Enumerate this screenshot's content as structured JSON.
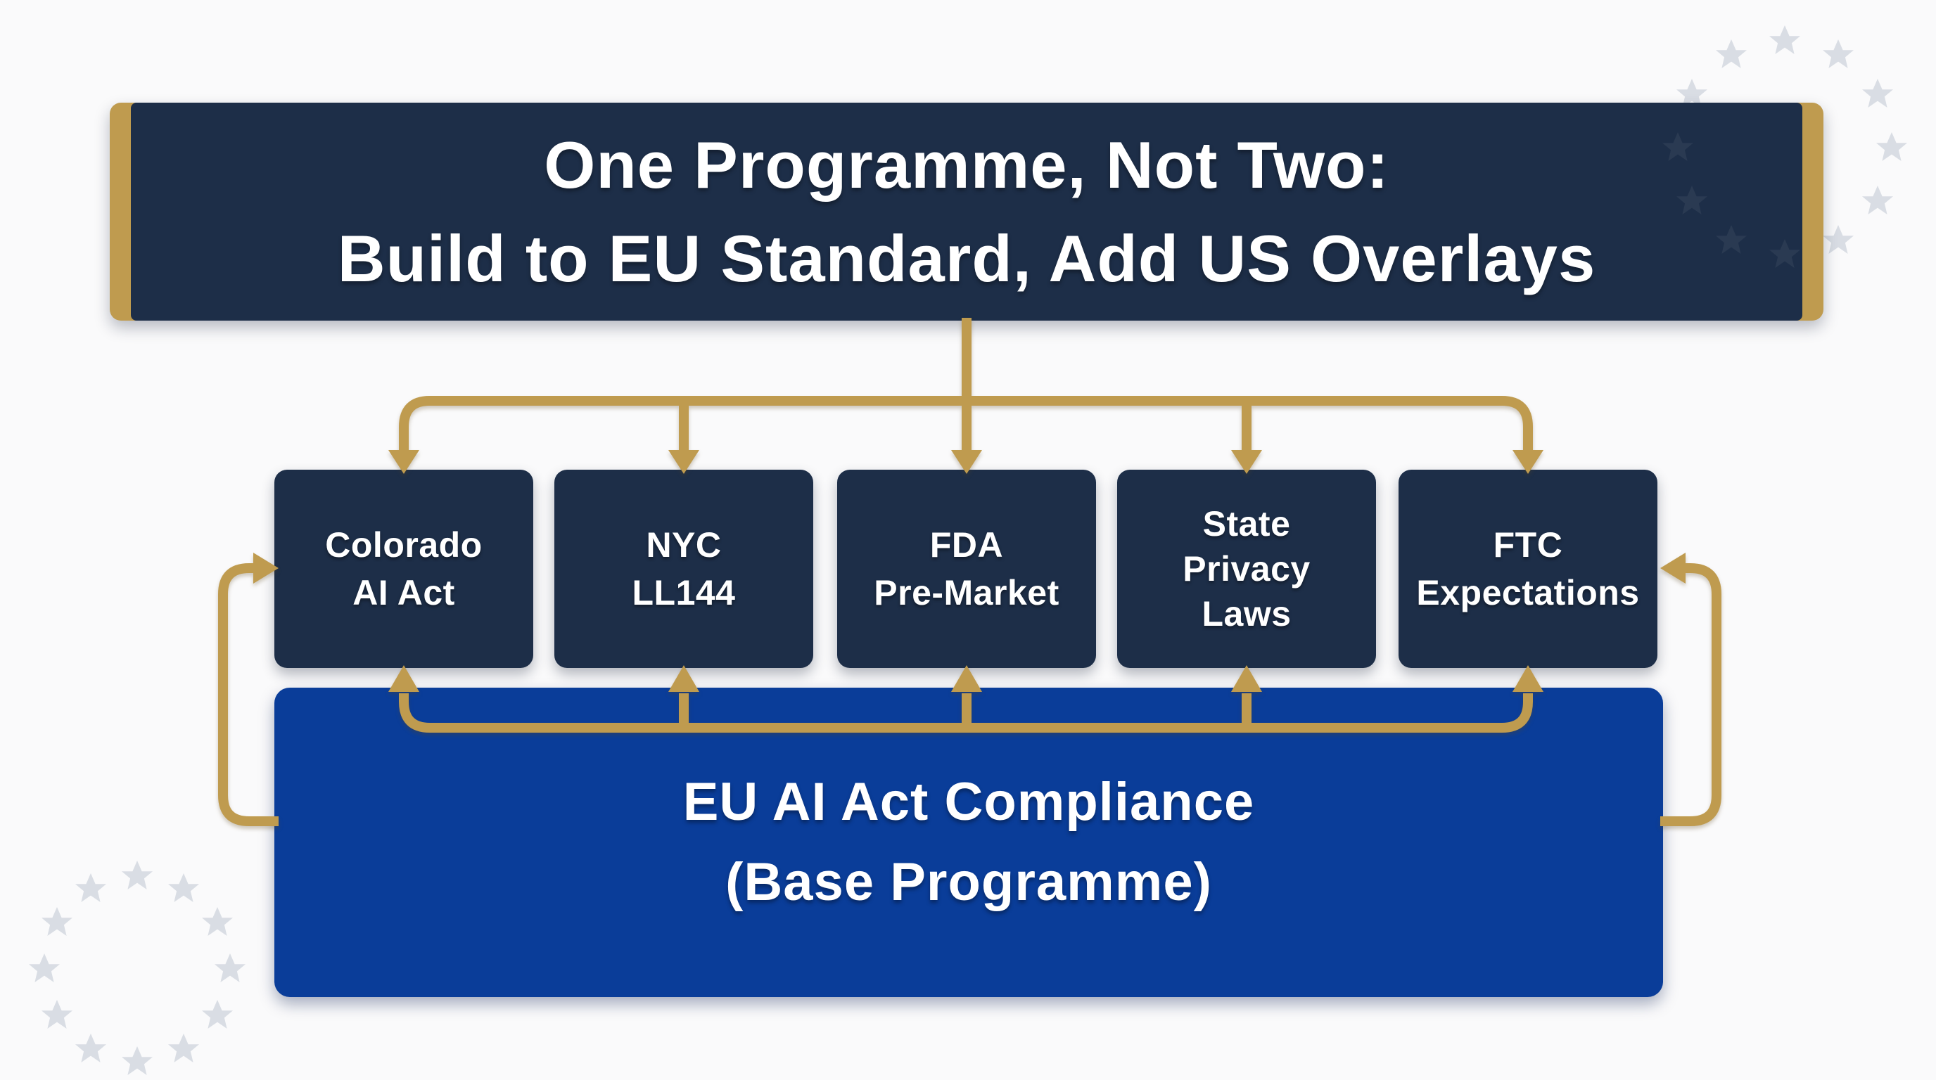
{
  "title": {
    "line1": "One Programme, Not Two:",
    "line2": "Build to EU Standard, Add US Overlays"
  },
  "us_overlays": [
    {
      "lines": [
        "Colorado",
        "AI Act"
      ]
    },
    {
      "lines": [
        "NYC",
        "LL144"
      ]
    },
    {
      "lines": [
        "FDA",
        "Pre-Market"
      ]
    },
    {
      "lines": [
        "State",
        "Privacy",
        "Laws"
      ]
    },
    {
      "lines": [
        "FTC",
        "Expectations"
      ]
    }
  ],
  "base_programme": {
    "line1": "EU AI Act Compliance",
    "line2": "(Base Programme)"
  },
  "colors": {
    "navy_box": "#1d2e48",
    "royal_blue_box": "#0a3d99",
    "gold_connector": "#bf9b4f",
    "background": "#fafafb",
    "star_gray": "#d9dde4",
    "text": "#ffffff"
  },
  "icons": {
    "arrow_down": "▼",
    "arrow_up": "▲",
    "arrow_left": "◀",
    "arrow_right": "▶",
    "eu_star": "★"
  }
}
